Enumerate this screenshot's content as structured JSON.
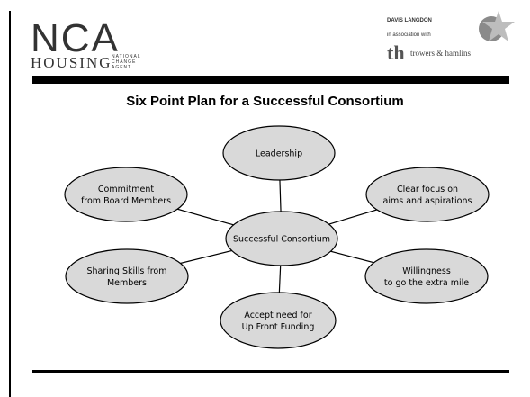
{
  "header": {
    "logo_main": "NCA",
    "logo_housing": "HOUSING",
    "logo_tagline": [
      "NATIONAL",
      "CHANGE",
      "AGENT"
    ],
    "partner_name": "DAVIS LANGDON",
    "partner_association": "in association with",
    "partner_logo_mark": "th",
    "partner_firm": "trowers & hamlins"
  },
  "title": "Six Point Plan for a Successful Consortium",
  "diagram": {
    "center": [
      "Successful Consortium"
    ],
    "nodes": [
      [
        "Leadership"
      ],
      [
        "Clear focus on",
        "aims and aspirations"
      ],
      [
        "Willingness",
        "to go the extra mile"
      ],
      [
        "Accept need for",
        "Up Front Funding"
      ],
      [
        "Sharing Skills from",
        "Members"
      ],
      [
        "Commitment",
        "from Board Members"
      ]
    ]
  },
  "colors": {
    "ellipse_fill": "#d9d9d9",
    "line": "#000000"
  }
}
